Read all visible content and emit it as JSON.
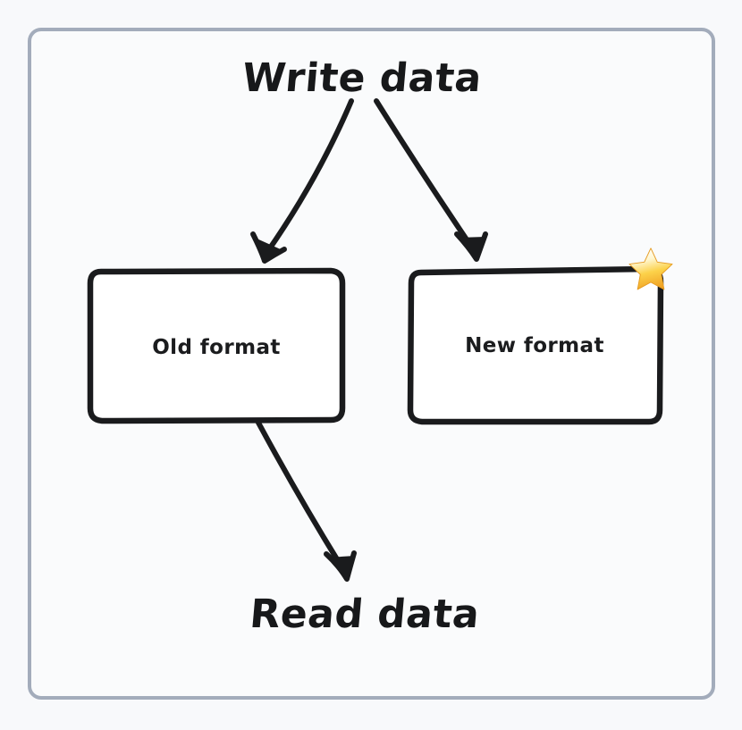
{
  "diagram": {
    "title": "Write data",
    "background_color": "#f8f9fb",
    "frame": {
      "border_color": "#a3acbb",
      "fill_color": "#fafbfc"
    },
    "stroke_color": "#17181a",
    "nodes": [
      {
        "id": "old-format",
        "label": "Old format",
        "badge": null
      },
      {
        "id": "new-format",
        "label": "New format",
        "badge": "star-emoji",
        "badge_colors": {
          "light": "#fff6cf",
          "mid": "#fcd24a",
          "dark": "#f0a22a"
        }
      }
    ],
    "labels": {
      "write_data": "Write data",
      "read_data": "Read data",
      "old_format": "Old format",
      "new_format": "New format"
    },
    "edges": [
      {
        "from": "Write data",
        "to": "Old format"
      },
      {
        "from": "Write data",
        "to": "New format"
      },
      {
        "from": "Old format",
        "to": "Read data"
      }
    ]
  }
}
